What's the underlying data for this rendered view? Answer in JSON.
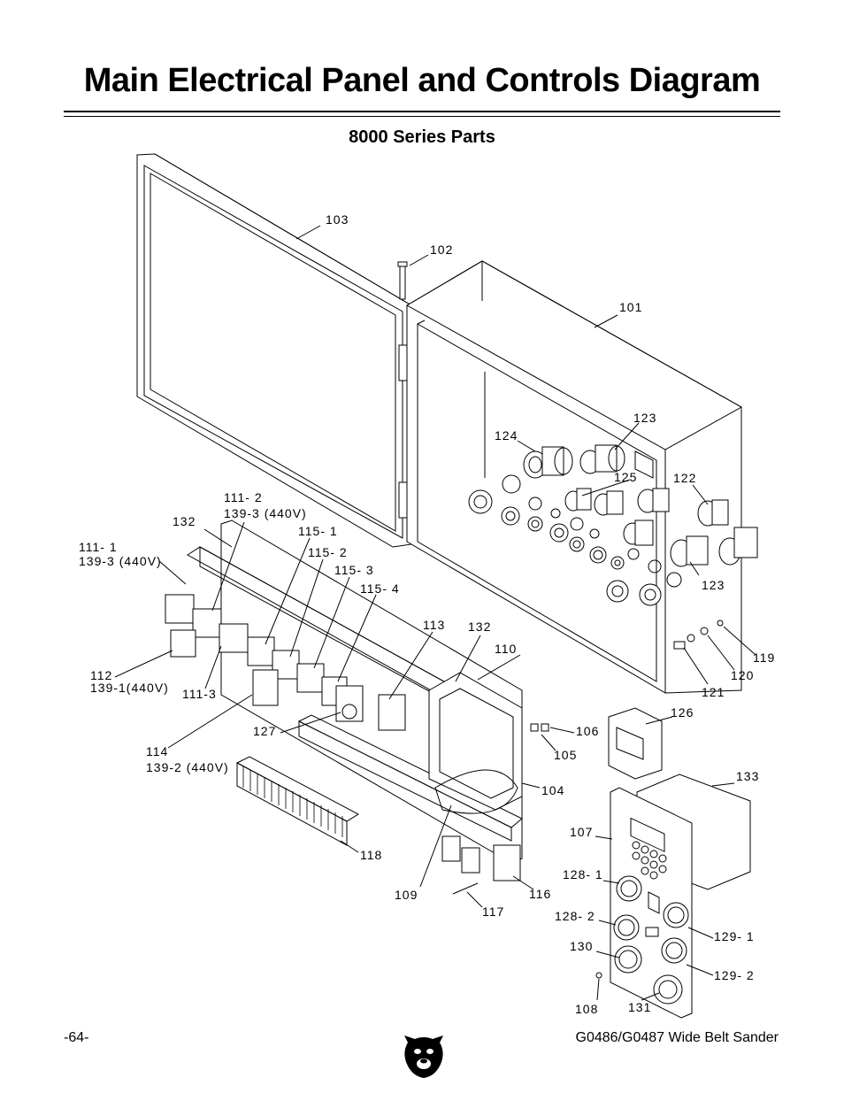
{
  "page": {
    "title": "Main Electrical Panel and Controls Diagram",
    "subtitle": "8000 Series Parts",
    "page_number": "-64-",
    "model": "G0486/G0487 Wide Belt Sander"
  },
  "callouts": {
    "p101": "101",
    "p102": "102",
    "p103": "103",
    "p104": "104",
    "p105": "105",
    "p106": "106",
    "p107": "107",
    "p108": "108",
    "p109": "109",
    "p110": "110",
    "p111_1a": "111- 1",
    "p111_1b": "139-3 (440V)",
    "p111_2a": "111- 2",
    "p111_2b": "139-3 (440V)",
    "p111_3": "111-3",
    "p112a": "112",
    "p112b": "139-1(440V)",
    "p113": "113",
    "p114a": "114",
    "p114b": "139-2 (440V)",
    "p115_1": "115- 1",
    "p115_2": "115- 2",
    "p115_3": "115- 3",
    "p115_4": "115- 4",
    "p116": "116",
    "p117": "117",
    "p118": "118",
    "p119": "119",
    "p120": "120",
    "p121": "121",
    "p122": "122",
    "p123a": "123",
    "p123b": "123",
    "p124": "124",
    "p125": "125",
    "p126": "126",
    "p127": "127",
    "p128_1": "128- 1",
    "p128_2": "128- 2",
    "p129_1": "129- 1",
    "p129_2": "129- 2",
    "p130": "130",
    "p131": "131",
    "p132a": "132",
    "p132b": "132",
    "p133": "133"
  }
}
